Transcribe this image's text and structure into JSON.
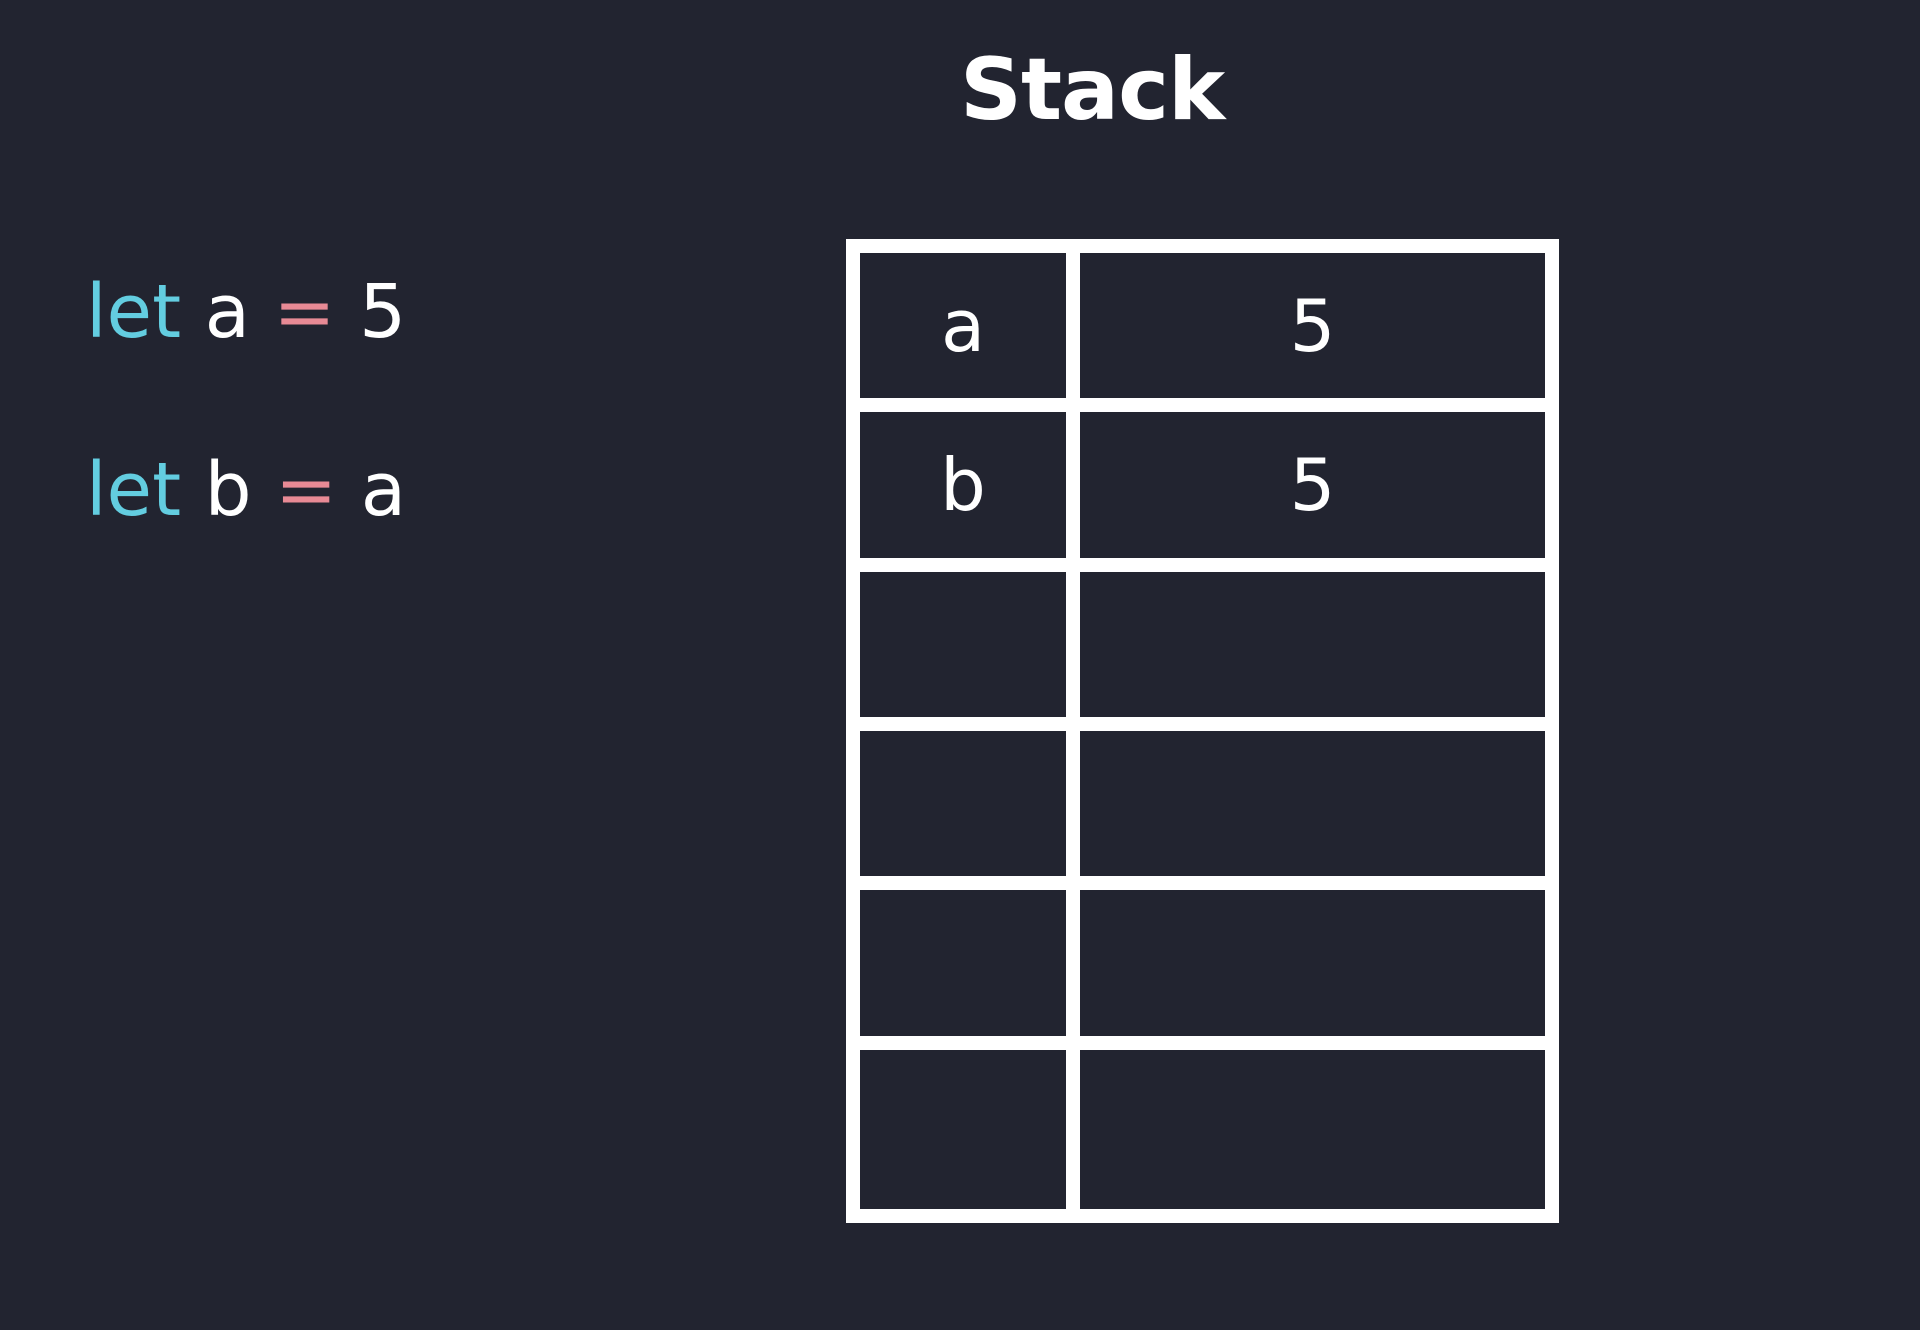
{
  "title": "Stack",
  "code_lines": [
    {
      "keyword": "let",
      "identifier": "a",
      "operator": "=",
      "value": "5"
    },
    {
      "keyword": "let",
      "identifier": "b",
      "operator": "=",
      "value": "a"
    }
  ],
  "stack_rows": [
    {
      "name": "a",
      "value": "5"
    },
    {
      "name": "b",
      "value": "5"
    },
    {
      "name": "",
      "value": ""
    },
    {
      "name": "",
      "value": ""
    },
    {
      "name": "",
      "value": ""
    },
    {
      "name": "",
      "value": ""
    }
  ],
  "colors": {
    "background": "#222430",
    "keyword": "#63cde0",
    "operator": "#e88a95",
    "text": "#ffffff",
    "table_border": "#ffffff"
  }
}
